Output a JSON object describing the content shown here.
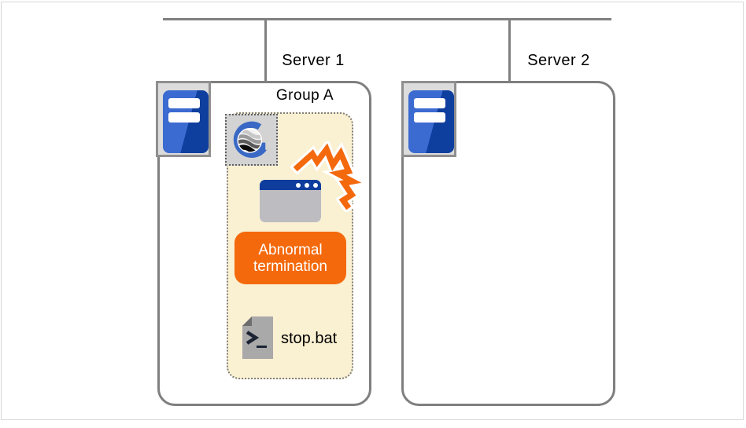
{
  "colors": {
    "accent_orange": "#F4690C",
    "server_blue_light": "#3B6BD1",
    "server_blue_dark": "#0F3F9E",
    "window_title_blue": "#0E3D9E",
    "group_fill_cream": "#FAF0D2",
    "connector_gray": "#808080",
    "box_border_gray": "#7F7F7F",
    "logo_blue": "#3968C5",
    "file_icon_gray": "#A9A9A9"
  },
  "network": {
    "topology": "bus"
  },
  "servers": [
    {
      "label": "Server 1",
      "icon": "server-icon",
      "group": {
        "label": "Group A",
        "application_icon": "g-application-logo-icon",
        "process_icon": "application-window-icon",
        "event_icon": "crash-burst-icon",
        "status_badge": "Abnormal termination",
        "script": {
          "icon": "batch-file-icon",
          "label": "stop.bat"
        }
      }
    },
    {
      "label": "Server 2",
      "icon": "server-icon"
    }
  ]
}
